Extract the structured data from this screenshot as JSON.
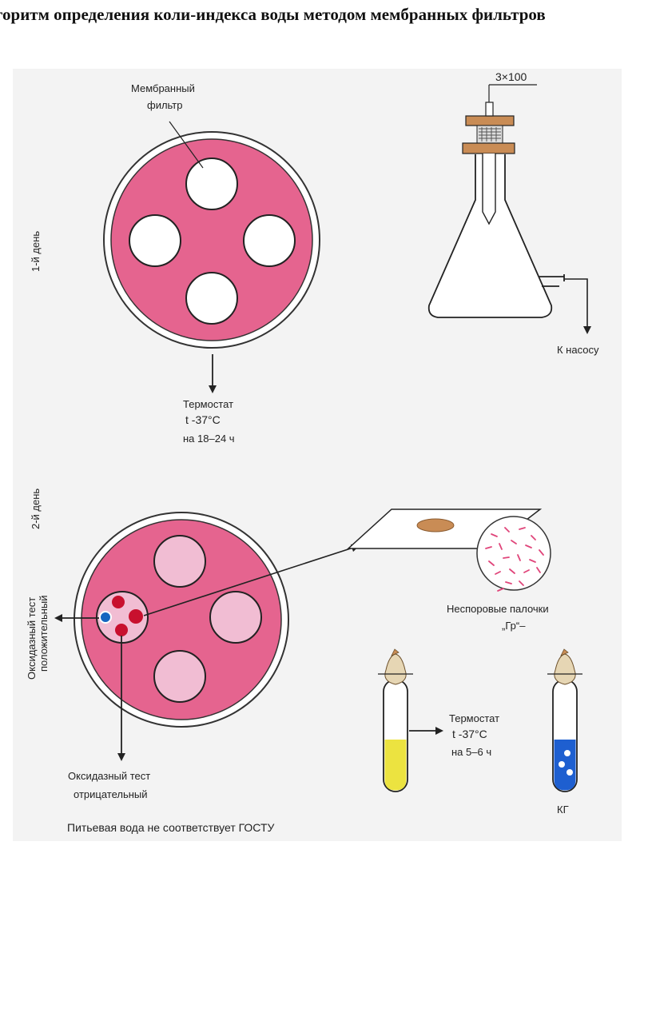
{
  "title": "горитм определения коли-индекса воды методом  мембранных фильтров",
  "day1": {
    "label": "1-й день",
    "filter_label_line1": "Мембранный",
    "filter_label_line2": "фильтр",
    "thermostat_line1": "Термостат",
    "thermostat_line2": "t -37°C",
    "thermostat_line3": "на 18–24 ч",
    "flask_label": "3×100",
    "pump_label": "К насосу"
  },
  "day2": {
    "label": "2-й день",
    "oxidase_positive_line1": "Оксидазный тест",
    "oxidase_positive_line2": "положительный",
    "oxidase_negative_line1": "Оксидазный тест",
    "oxidase_negative_line2": "отрицательный",
    "bacteria_line1": "Неспоровые палочки",
    "bacteria_line2": "„Гр“–",
    "thermostat_line1": "Термостат",
    "thermostat_line2": "t -37°C",
    "thermostat_line3": "на 5–6 ч",
    "tube_label": "КГ",
    "conclusion": "Питьевая вода не соответствует ГОСТУ"
  },
  "colors": {
    "agar_pink": "#e5648f",
    "membrane_light": "#f1bdd3",
    "colony_red": "#c8102e",
    "positive_blue": "#1565c0",
    "tube_yellow": "#ece340",
    "tube_blue": "#1e5fd0",
    "cork_tan": "#c98c55"
  }
}
